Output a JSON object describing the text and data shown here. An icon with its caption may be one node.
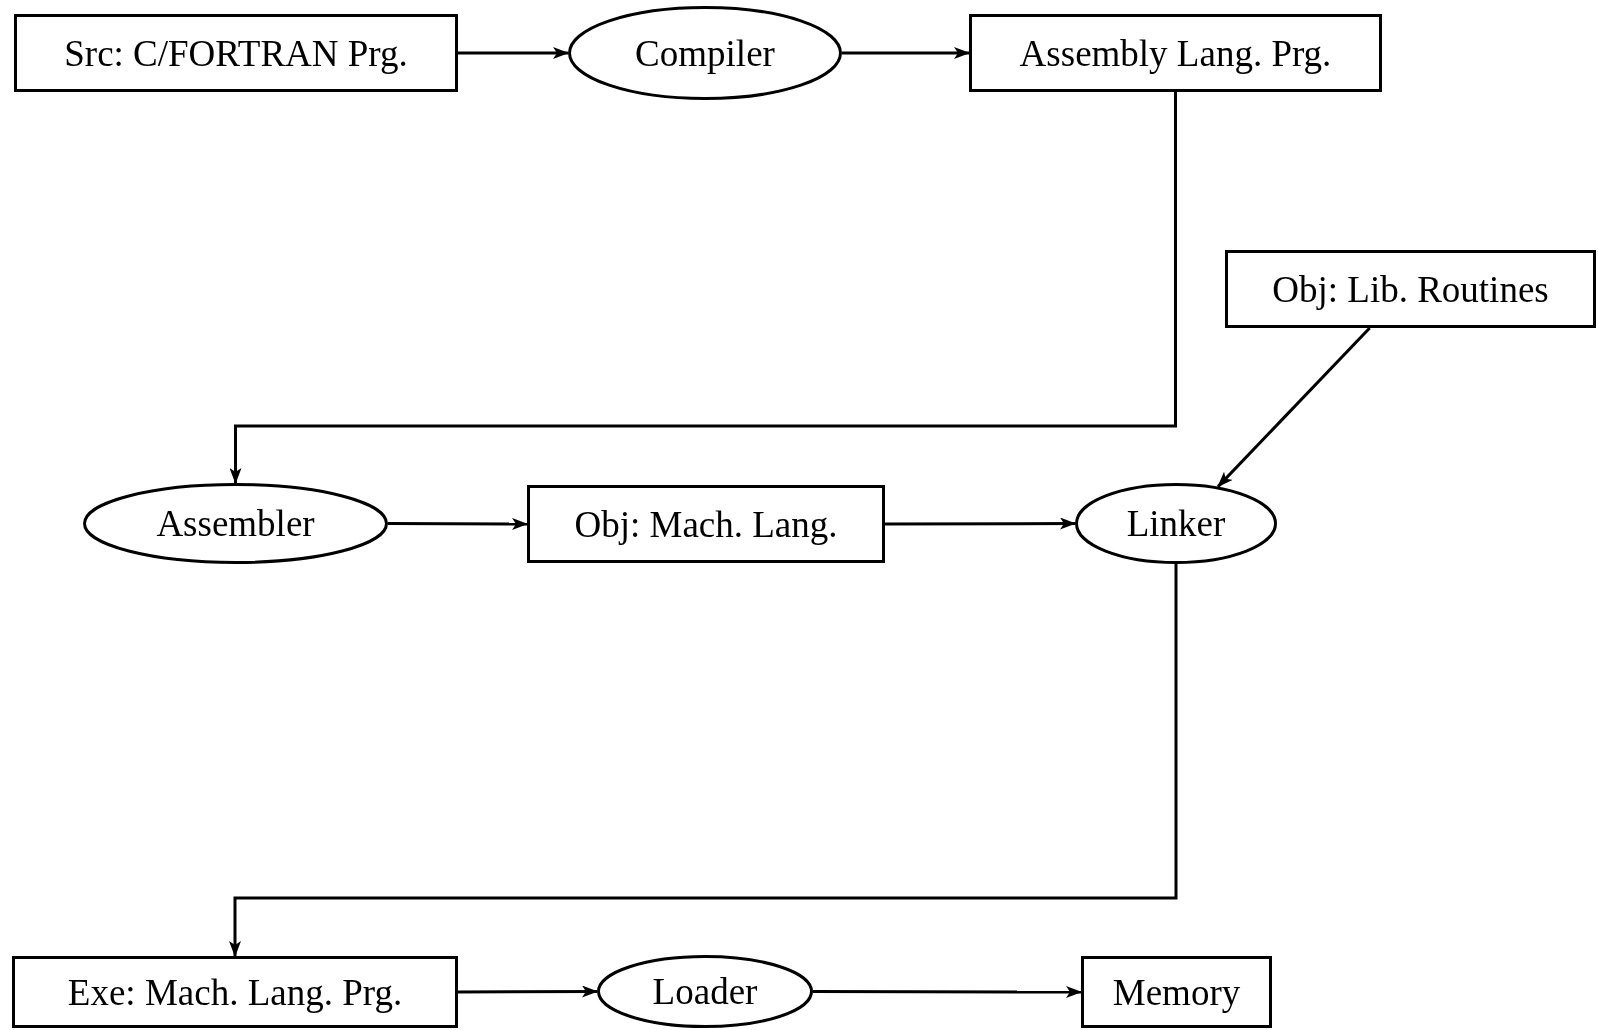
{
  "diagram": {
    "nodes": [
      {
        "text": [
          "Src: C/FORTRAN Prg."
        ]
      },
      {
        "text": [
          "Compiler"
        ]
      },
      {
        "text": [
          "Assembly Lang. Prg."
        ]
      },
      {
        "text": [
          "Obj: Lib. Routines"
        ]
      },
      {
        "text": [
          "Assembler"
        ]
      },
      {
        "text": [
          "Obj: Mach. Lang."
        ]
      },
      {
        "text": [
          "Linker"
        ]
      },
      {
        "text": [
          "Exe: Mach. Lang. Prg."
        ]
      },
      {
        "text": [
          "Loader"
        ]
      },
      {
        "text": [
          "Memory"
        ]
      }
    ],
    "edges": [
      {
        "from": 0,
        "to": 1,
        "arrow": "to"
      },
      {
        "from": 1,
        "to": 2,
        "arrow": "to"
      },
      {
        "from": 2,
        "to": 4,
        "arrow": "to"
      },
      {
        "from": 3,
        "to": 6,
        "arrow": "to"
      },
      {
        "from": 4,
        "to": 5,
        "arrow": "to"
      },
      {
        "from": 5,
        "to": 6,
        "arrow": "to"
      },
      {
        "from": 6,
        "to": 7,
        "arrow": "to"
      },
      {
        "from": 7,
        "to": 8,
        "arrow": "to"
      },
      {
        "from": 8,
        "to": 9,
        "arrow": "to"
      }
    ]
  }
}
